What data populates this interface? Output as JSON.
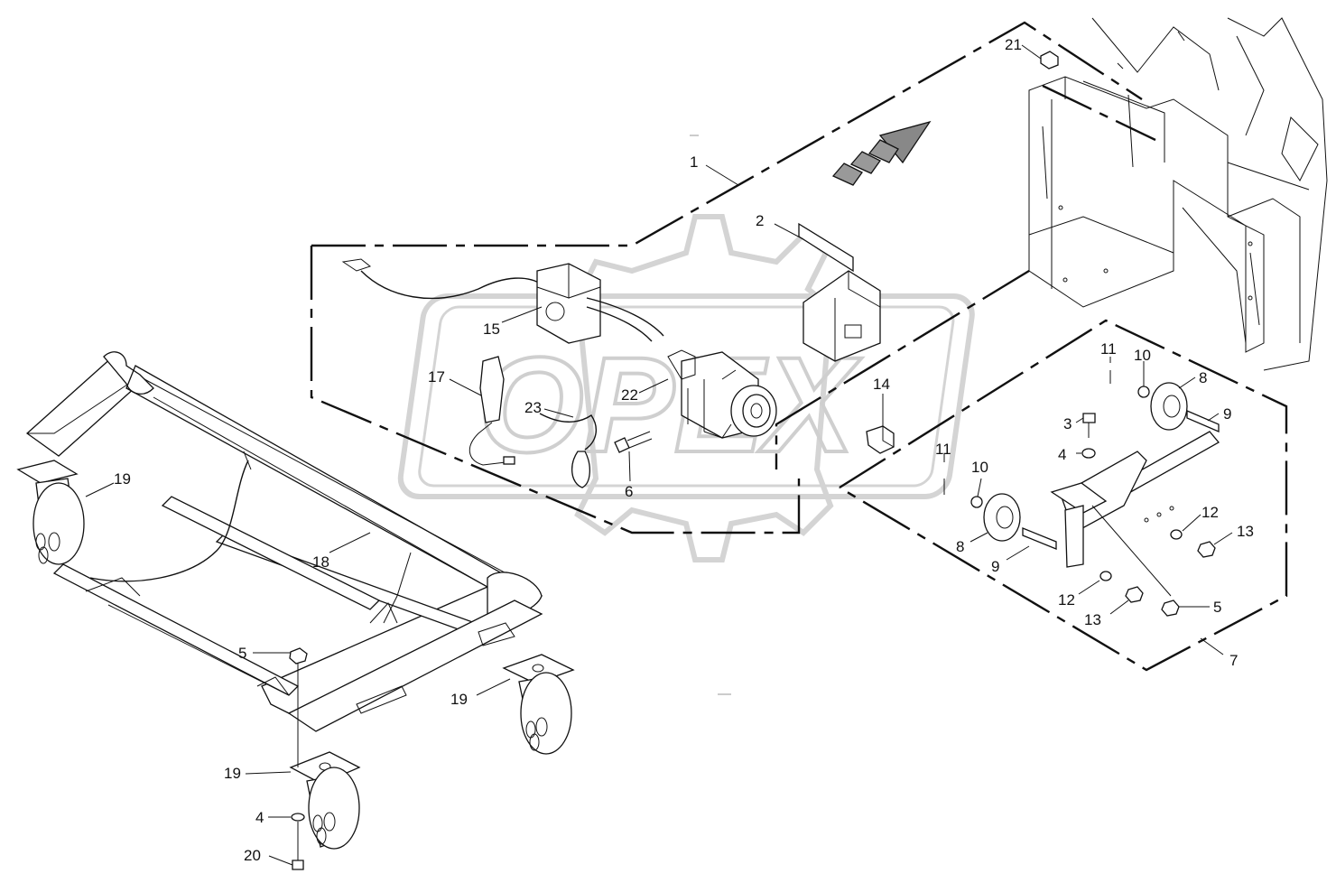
{
  "watermark": {
    "text": "OPEX"
  },
  "callouts": [
    {
      "id": "c1",
      "text": "1"
    },
    {
      "id": "c2",
      "text": "2"
    },
    {
      "id": "c3",
      "text": "3"
    },
    {
      "id": "c4a",
      "text": "4"
    },
    {
      "id": "c4b",
      "text": "4"
    },
    {
      "id": "c5a",
      "text": "5"
    },
    {
      "id": "c5b",
      "text": "5"
    },
    {
      "id": "c6",
      "text": "6"
    },
    {
      "id": "c7",
      "text": "7"
    },
    {
      "id": "c8a",
      "text": "8"
    },
    {
      "id": "c8b",
      "text": "8"
    },
    {
      "id": "c9a",
      "text": "9"
    },
    {
      "id": "c9b",
      "text": "9"
    },
    {
      "id": "c10a",
      "text": "10"
    },
    {
      "id": "c10b",
      "text": "10"
    },
    {
      "id": "c11a",
      "text": "11"
    },
    {
      "id": "c11b",
      "text": "11"
    },
    {
      "id": "c12a",
      "text": "12"
    },
    {
      "id": "c12b",
      "text": "12"
    },
    {
      "id": "c13a",
      "text": "13"
    },
    {
      "id": "c13b",
      "text": "13"
    },
    {
      "id": "c14",
      "text": "14"
    },
    {
      "id": "c15",
      "text": "15"
    },
    {
      "id": "c17",
      "text": "17"
    },
    {
      "id": "c18",
      "text": "18"
    },
    {
      "id": "c19a",
      "text": "19"
    },
    {
      "id": "c19b",
      "text": "19"
    },
    {
      "id": "c19c",
      "text": "19"
    },
    {
      "id": "c20",
      "text": "20"
    },
    {
      "id": "c21",
      "text": "21"
    },
    {
      "id": "c22",
      "text": "22"
    },
    {
      "id": "c23",
      "text": "23"
    }
  ]
}
